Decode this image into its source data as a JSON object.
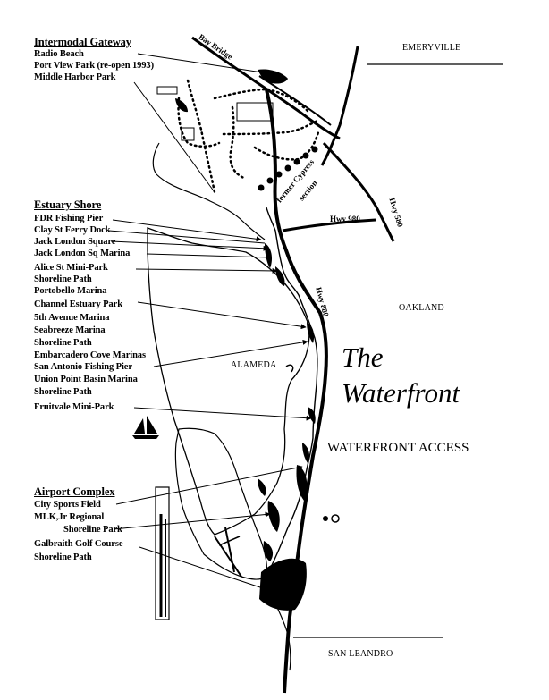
{
  "title": {
    "line1": "The",
    "line2": "Waterfront"
  },
  "access_label": "WATERFRONT ACCESS",
  "cities": {
    "emeryville": "EMERYVILLE",
    "oakland": "OAKLAND",
    "alameda": "ALAMEDA",
    "san_leandro": "SAN LEANDRO"
  },
  "roads": {
    "bay_bridge": "Bay Bridge",
    "hwy_580": "Hwy 580",
    "hwy_980": "Hwy 980",
    "hwy_880": "Hwy 880",
    "cypress_1": "former Cypress",
    "cypress_2": "section"
  },
  "groups": {
    "intermodal": {
      "header": "Intermodal Gateway",
      "items": [
        "Radio Beach",
        "Port View Park (re-open 1993)",
        "Middle Harbor Park"
      ]
    },
    "estuary": {
      "header": "Estuary Shore",
      "items": [
        "FDR Fishing Pier",
        "Clay St Ferry Dock",
        "Jack London Square",
        "Jack London Sq Marina",
        "Alice St Mini-Park",
        "Shoreline Path",
        "Portobello Marina",
        "Channel Estuary Park",
        "5th Avenue Marina",
        "Seabreeze Marina",
        "Shoreline Path",
        "Embarcadero Cove Marinas",
        "San Antonio Fishing Pier",
        "Union Point Basin Marina",
        "Shoreline Path",
        "Fruitvale Mini-Park"
      ]
    },
    "airport": {
      "header": "Airport Complex",
      "items": [
        "City Sports Field",
        "MLK,Jr Regional",
        "Shoreline Park",
        "Galbraith Golf Course",
        "Shoreline Path"
      ]
    }
  }
}
